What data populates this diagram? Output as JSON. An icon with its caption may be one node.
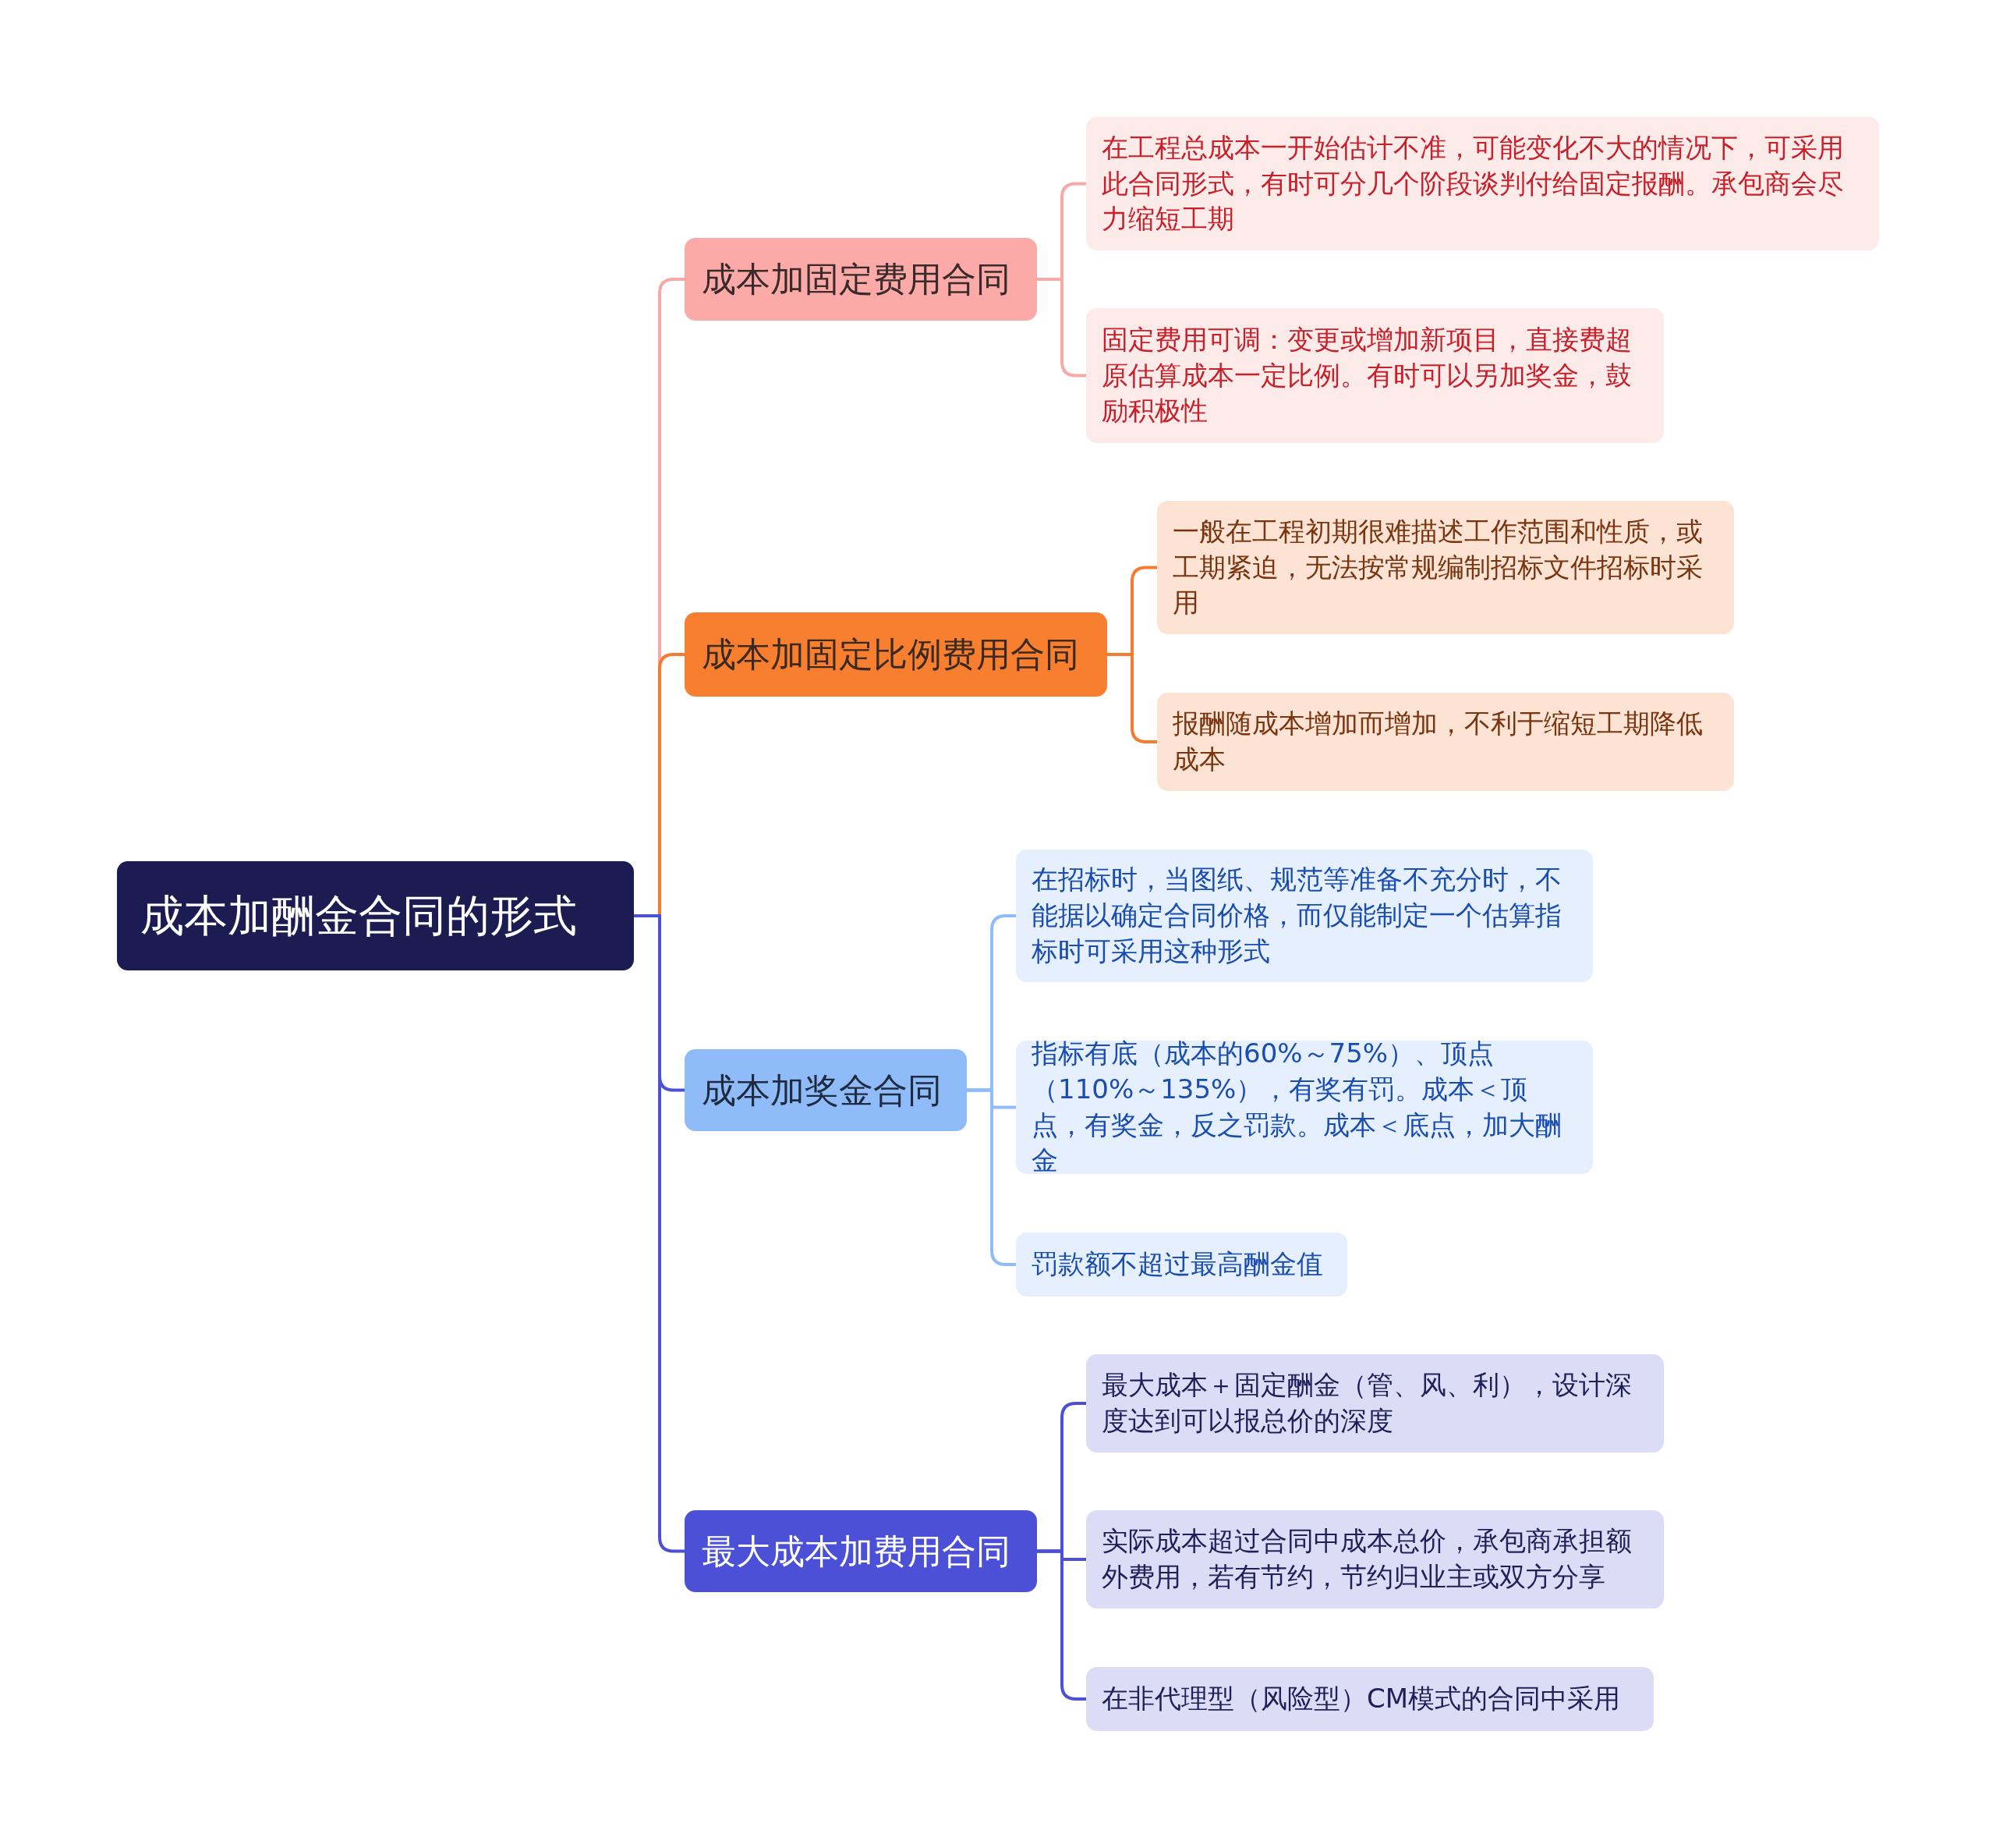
{
  "diagram": {
    "nodes": [
      {
        "text": [
          "成本加酬金合同的形式"
        ]
      },
      {
        "text": [
          "成本加固定费用合同"
        ]
      },
      {
        "text": [
          "在工程总成本一开始估计不准，可能变化不大的情况下，可采用此合同形式，有时可分几个阶段谈判付给固定报酬。承包商会尽力缩短工期"
        ]
      },
      {
        "text": [
          "固定费用可调：变更或增加新项目，直接费超原估算成本一定比例。有时可以另加奖金，鼓励积极性"
        ]
      },
      {
        "text": [
          "成本加固定比例费用合同"
        ]
      },
      {
        "text": [
          "一般在工程初期很难描述工作范围和性质，或工期紧迫，无法按常规编制招标文件招标时采用"
        ]
      },
      {
        "text": [
          "报酬随成本增加而增加，不利于缩短工期降低成本"
        ]
      },
      {
        "text": [
          "成本加奖金合同"
        ]
      },
      {
        "text": [
          "在招标时，当图纸、规范等准备不充分时，不能据以确定合同价格，而仅能制定一个估算指标时可采用这种形式"
        ]
      },
      {
        "text": [
          "指标有底（成本的60%～75%）、顶点（110%～135%），有奖有罚。成本＜顶点，有奖金，反之罚款。成本＜底点，加大酬金"
        ]
      },
      {
        "text": [
          "罚款额不超过最高酬金值"
        ]
      },
      {
        "text": [
          "最大成本加费用合同"
        ]
      },
      {
        "text": [
          "最大成本＋固定酬金（管、风、利），设计深度达到可以报总价的深度"
        ]
      },
      {
        "text": [
          "实际成本超过合同中成本总价，承包商承担额外费用，若有节约，节约归业主或双方分享"
        ]
      },
      {
        "text": [
          "在非代理型（风险型）CM模式的合同中采用"
        ]
      }
    ],
    "edges": [
      {
        "from": 0,
        "to": 1,
        "arrow": "none",
        "color": "#f6a9a7"
      },
      {
        "from": 0,
        "to": 4,
        "arrow": "none",
        "color": "#f57a32"
      },
      {
        "from": 0,
        "to": 7,
        "arrow": "none",
        "color": "#4b50d6"
      },
      {
        "from": 0,
        "to": 11,
        "arrow": "none",
        "color": "#4b50d6"
      },
      {
        "from": 1,
        "to": 2,
        "arrow": "none",
        "color": "#f6a9a7"
      },
      {
        "from": 1,
        "to": 3,
        "arrow": "none",
        "color": "#f6a9a7"
      },
      {
        "from": 4,
        "to": 5,
        "arrow": "none",
        "color": "#f57a32"
      },
      {
        "from": 4,
        "to": 6,
        "arrow": "none",
        "color": "#f57a32"
      },
      {
        "from": 7,
        "to": 8,
        "arrow": "none",
        "color": "#8fbcf8"
      },
      {
        "from": 7,
        "to": 9,
        "arrow": "none",
        "color": "#8fbcf8"
      },
      {
        "from": 7,
        "to": 10,
        "arrow": "none",
        "color": "#8fbcf8"
      },
      {
        "from": 11,
        "to": 12,
        "arrow": "none",
        "color": "#4b50d6"
      },
      {
        "from": 11,
        "to": 13,
        "arrow": "none",
        "color": "#4b50d6"
      },
      {
        "from": 11,
        "to": 14,
        "arrow": "none",
        "color": "#4b50d6"
      }
    ]
  }
}
